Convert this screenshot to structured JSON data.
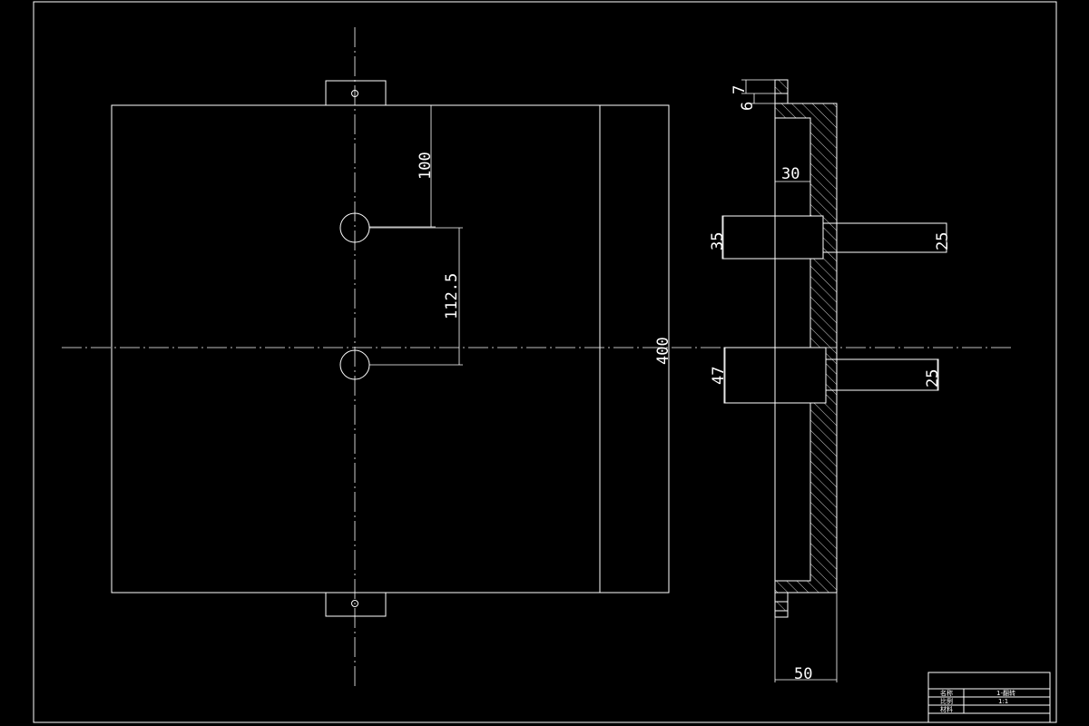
{
  "colors": {
    "background": "#000000",
    "lines": "#ffffff"
  },
  "dimensions": {
    "front_hole_spacing_top": "100",
    "front_hole_spacing": "112.5",
    "front_height": "400",
    "side_lip_a": "7",
    "side_lip_b": "6",
    "side_recess_depth": "30",
    "side_boss_upper_dia": "35",
    "side_shaft_upper_dia": "25",
    "side_boss_lower_dia": "47",
    "side_shaft_lower_dia": "25",
    "side_width": "50"
  },
  "title_block": {
    "rows": [
      {
        "label": "名称",
        "value": "1-翻转"
      },
      {
        "label": "比例",
        "value": "1:1"
      },
      {
        "label": "材料",
        "value": ""
      }
    ]
  }
}
